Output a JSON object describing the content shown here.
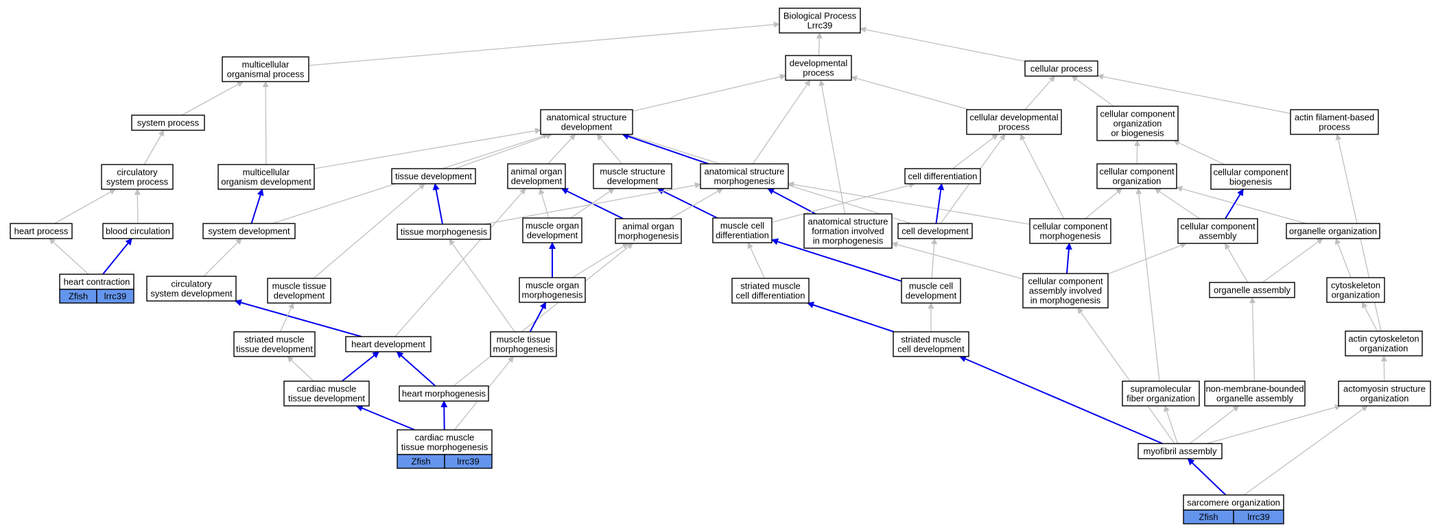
{
  "nodes": {
    "bp": [
      "Biological Process",
      "Lrrc39"
    ],
    "mop": [
      "multicellular",
      "organismal process"
    ],
    "dev": [
      "developmental",
      "process"
    ],
    "cp": [
      "cellular process"
    ],
    "sysp": [
      "system process"
    ],
    "asd": [
      "anatomical structure",
      "development"
    ],
    "cdp": [
      "cellular developmental",
      "process"
    ],
    "ccob": [
      "cellular component",
      "organization",
      "or biogenesis"
    ],
    "afbp": [
      "actin filament-based",
      "process"
    ],
    "csp": [
      "circulatory",
      "system process"
    ],
    "mod": [
      "multicellular",
      "organism development"
    ],
    "td": [
      "tissue development"
    ],
    "aod": [
      "animal organ",
      "development"
    ],
    "msd": [
      "muscle structure",
      "development"
    ],
    "asm": [
      "anatomical structure",
      "morphogenesis"
    ],
    "cdiff": [
      "cell differentiation"
    ],
    "cco": [
      "cellular component",
      "organization"
    ],
    "ccb": [
      "cellular component",
      "biogenesis"
    ],
    "hp": [
      "heart process"
    ],
    "bc": [
      "blood circulation"
    ],
    "sd": [
      "system development"
    ],
    "tm": [
      "tissue morphogenesis"
    ],
    "mood": [
      "muscle organ",
      "development"
    ],
    "aom": [
      "animal organ",
      "morphogenesis"
    ],
    "mcd": [
      "muscle cell",
      "differentiation"
    ],
    "asfim": [
      "anatomical structure",
      "formation involved",
      "in morphogenesis"
    ],
    "celld": [
      "cell development"
    ],
    "ccm": [
      "cellular component",
      "morphogenesis"
    ],
    "cca": [
      "cellular component",
      "assembly"
    ],
    "oo": [
      "organelle organization"
    ],
    "hc": [
      "heart contraction"
    ],
    "csd": [
      "circulatory",
      "system development"
    ],
    "mtd": [
      "muscle tissue",
      "development"
    ],
    "moom": [
      "muscle organ",
      "morphogenesis"
    ],
    "smcd": [
      "striated muscle",
      "cell differentiation"
    ],
    "mcdev": [
      "muscle cell",
      "development"
    ],
    "ccaim": [
      "cellular component",
      "assembly involved",
      "in morphogenesis"
    ],
    "oa": [
      "organelle assembly"
    ],
    "co": [
      "cytoskeleton",
      "organization"
    ],
    "smtd": [
      "striated muscle",
      "tissue development"
    ],
    "hd": [
      "heart development"
    ],
    "mtm": [
      "muscle tissue",
      "morphogenesis"
    ],
    "smcdev": [
      "striated muscle",
      "cell development"
    ],
    "aco": [
      "actin cytoskeleton",
      "organization"
    ],
    "cmtd": [
      "cardiac muscle",
      "tissue development"
    ],
    "hm": [
      "heart morphogenesis"
    ],
    "sfo": [
      "supramolecular",
      "fiber organization"
    ],
    "nmboa": [
      "non-membrane-bounded",
      "organelle assembly"
    ],
    "aso": [
      "actomyosin structure",
      "organization"
    ],
    "cmtm": [
      "cardiac muscle",
      "tissue morphogenesis"
    ],
    "ma": [
      "myofibril assembly"
    ],
    "so": [
      "sarcomere organization"
    ]
  },
  "annotations": {
    "hc": [
      "Zfish",
      "lrrc39"
    ],
    "cmtm": [
      "Zfish",
      "lrrc39"
    ],
    "so": [
      "Zfish",
      "lrrc39"
    ]
  },
  "edge_colors": {
    "is_a": "#c0c0c0",
    "part_of": "#0000ee",
    "annotation": "#6495ed"
  },
  "edges": [
    [
      "dev",
      "bp",
      "gray"
    ],
    [
      "mop",
      "bp",
      "gray"
    ],
    [
      "cp",
      "bp",
      "gray"
    ],
    [
      "sysp",
      "mop",
      "gray"
    ],
    [
      "mod",
      "mop",
      "gray"
    ],
    [
      "asd",
      "dev",
      "gray"
    ],
    [
      "cdp",
      "dev",
      "gray"
    ],
    [
      "asm",
      "dev",
      "gray"
    ],
    [
      "asfim",
      "dev",
      "gray"
    ],
    [
      "cdp",
      "cp",
      "gray"
    ],
    [
      "ccob",
      "cp",
      "gray"
    ],
    [
      "afbp",
      "cp",
      "gray"
    ],
    [
      "csp",
      "sysp",
      "gray"
    ],
    [
      "hp",
      "csp",
      "gray"
    ],
    [
      "bc",
      "csp",
      "gray"
    ],
    [
      "hc",
      "hp",
      "gray"
    ],
    [
      "hc",
      "bc",
      "blue"
    ],
    [
      "sd",
      "mod",
      "blue"
    ],
    [
      "mod",
      "asd",
      "gray"
    ],
    [
      "sd",
      "asd",
      "gray"
    ],
    [
      "td",
      "asd",
      "gray"
    ],
    [
      "aod",
      "asd",
      "gray"
    ],
    [
      "msd",
      "asd",
      "gray"
    ],
    [
      "celld",
      "asd",
      "gray"
    ],
    [
      "asm",
      "asd",
      "blue"
    ],
    [
      "csd",
      "sd",
      "gray"
    ],
    [
      "tm",
      "td",
      "blue"
    ],
    [
      "mtd",
      "td",
      "gray"
    ],
    [
      "mood",
      "aod",
      "gray"
    ],
    [
      "hd",
      "aod",
      "gray"
    ],
    [
      "aom",
      "aod",
      "blue"
    ],
    [
      "mood",
      "msd",
      "gray"
    ],
    [
      "mcd",
      "msd",
      "blue"
    ],
    [
      "tm",
      "asm",
      "gray"
    ],
    [
      "aom",
      "asm",
      "gray"
    ],
    [
      "ccm",
      "asm",
      "gray"
    ],
    [
      "asfim",
      "asm",
      "blue"
    ],
    [
      "cdiff",
      "cdp",
      "gray"
    ],
    [
      "celld",
      "cdp",
      "gray"
    ],
    [
      "ccm",
      "cdp",
      "gray"
    ],
    [
      "mcd",
      "cdiff",
      "gray"
    ],
    [
      "celld",
      "cdiff",
      "blue"
    ],
    [
      "cco",
      "ccob",
      "gray"
    ],
    [
      "ccb",
      "ccob",
      "gray"
    ],
    [
      "ccm",
      "cco",
      "gray"
    ],
    [
      "cca",
      "cco",
      "gray"
    ],
    [
      "oo",
      "cco",
      "gray"
    ],
    [
      "sfo",
      "cco",
      "gray"
    ],
    [
      "cca",
      "ccb",
      "blue"
    ],
    [
      "moom",
      "mood",
      "blue"
    ],
    [
      "moom",
      "aom",
      "gray"
    ],
    [
      "mtm",
      "tm",
      "gray"
    ],
    [
      "hm",
      "aom",
      "gray"
    ],
    [
      "smcd",
      "mcd",
      "gray"
    ],
    [
      "mcdev",
      "mcd",
      "blue"
    ],
    [
      "ccaim",
      "asfim",
      "gray"
    ],
    [
      "mcdev",
      "celld",
      "gray"
    ],
    [
      "ccaim",
      "ccm",
      "blue"
    ],
    [
      "ccaim",
      "cca",
      "gray"
    ],
    [
      "oa",
      "cca",
      "gray"
    ],
    [
      "oa",
      "oo",
      "gray"
    ],
    [
      "co",
      "oo",
      "gray"
    ],
    [
      "hd",
      "csd",
      "blue"
    ],
    [
      "smtd",
      "mtd",
      "gray"
    ],
    [
      "mtm",
      "moom",
      "blue"
    ],
    [
      "smcdev",
      "smcd",
      "blue"
    ],
    [
      "smcdev",
      "mcdev",
      "gray"
    ],
    [
      "ma",
      "ccaim",
      "gray"
    ],
    [
      "nmboa",
      "oa",
      "gray"
    ],
    [
      "aco",
      "co",
      "gray"
    ],
    [
      "aco",
      "afbp",
      "gray"
    ],
    [
      "cmtd",
      "smtd",
      "gray"
    ],
    [
      "cmtd",
      "hd",
      "blue"
    ],
    [
      "hm",
      "hd",
      "blue"
    ],
    [
      "ma",
      "smcdev",
      "blue"
    ],
    [
      "aso",
      "aco",
      "gray"
    ],
    [
      "cmtm",
      "cmtd",
      "blue"
    ],
    [
      "cmtm",
      "hm",
      "blue"
    ],
    [
      "cmtm",
      "mtm",
      "gray"
    ],
    [
      "ma",
      "sfo",
      "gray"
    ],
    [
      "ma",
      "nmboa",
      "gray"
    ],
    [
      "ma",
      "aso",
      "gray"
    ],
    [
      "so",
      "ma",
      "blue"
    ],
    [
      "so",
      "aso",
      "gray"
    ]
  ]
}
